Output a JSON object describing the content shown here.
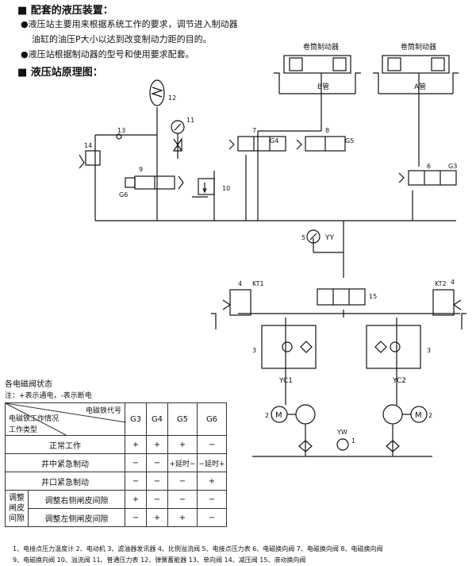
{
  "section1": {
    "heading": "■ 配套的液压装置：",
    "bullet1_line1": "●液压站主要用来根据系统工作的要求，调节进入制动器",
    "bullet1_line2": "油缸的油压P大小以达到改变制动力距的目的。",
    "bullet2": "●液压站根据制动器的型号和使用要求配套。"
  },
  "section2": {
    "heading": "■ 液压站原理图："
  },
  "diagram": {
    "brake_left": "卷筒制动器",
    "brake_right": "卷筒制动器",
    "pipe_b": "B管",
    "pipe_a": "A管",
    "n12": "12",
    "n11": "11",
    "n13": "13",
    "n14": "14",
    "n9": "9",
    "n10": "10",
    "n7": "7",
    "n8": "8",
    "n6": "6",
    "n5": "5",
    "n4l": "4",
    "n4r": "4",
    "n15": "15",
    "n3l": "3",
    "n3r": "3",
    "n2l": "2",
    "n2r": "2",
    "n1": "1",
    "g6": "G6",
    "g4": "G4",
    "g5": "G5",
    "g3": "G3",
    "yy": "YY",
    "kt1": "KT1",
    "kt2": "KT2",
    "yc1": "YC1",
    "yc2": "YC2",
    "yw": "YW",
    "m": "M"
  },
  "state_table": {
    "title": "各电磁阀状态",
    "note": "注：+表示通电，-表示断电",
    "hdr_code": "电磁铁代号",
    "hdr_cond": "电磁铁工作情况",
    "hdr_type": "工作类型",
    "cols": [
      "G3",
      "G4",
      "G5",
      "G6"
    ],
    "adjust_label": "调整闸皮间隙",
    "rows": [
      {
        "label": "正常工作",
        "vals": [
          "+",
          "+",
          "+",
          "−"
        ]
      },
      {
        "label": "井中紧急制动",
        "vals": [
          "−",
          "−",
          "+延时−",
          "−延时+"
        ]
      },
      {
        "label": "井口紧急制动",
        "vals": [
          "−",
          "−",
          "−",
          "+"
        ]
      },
      {
        "label": "调整右侧闸皮间隙",
        "vals": [
          "+",
          "−",
          "−",
          "−"
        ]
      },
      {
        "label": "调整左侧闸皮间隙",
        "vals": [
          "−",
          "+",
          "+",
          "−"
        ]
      }
    ]
  },
  "legend": {
    "line1": "1、电接点压力温度计 2、电动机 3、滤油器发讯器 4、比例溢流阀 5、电接点压力表 6、电磁换向阀 7、电磁换向阀 8、电磁换向阀",
    "line2": "9、电磁换向阀 10、溢流阀 11、普通压力表 12、弹簧蓄能器 13、单向阀 14、减压阀 15、液动换向阀"
  }
}
